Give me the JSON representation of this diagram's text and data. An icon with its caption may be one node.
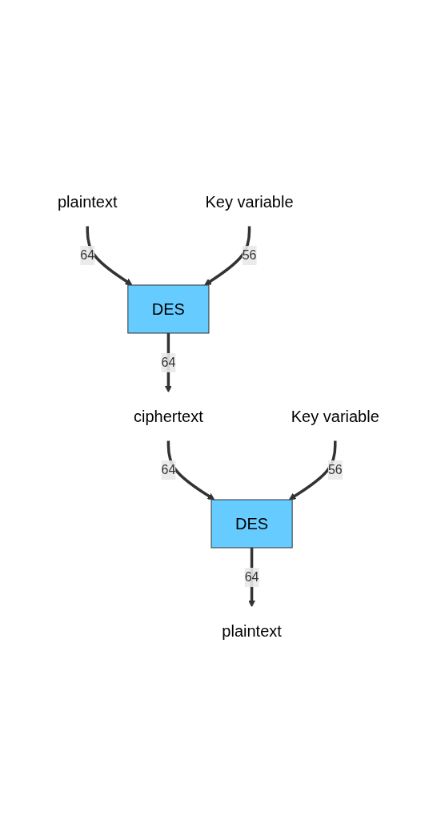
{
  "diagram": {
    "nodes": [
      {
        "text": [
          "plaintext"
        ]
      },
      {
        "text": [
          "Key variable"
        ]
      },
      {
        "text": [
          "DES"
        ]
      },
      {
        "text": [
          "ciphertext"
        ]
      },
      {
        "text": [
          "Key variable"
        ]
      },
      {
        "text": [
          "DES"
        ]
      },
      {
        "text": [
          "plaintext"
        ]
      }
    ],
    "edges": [
      {
        "from": 0,
        "to": 2,
        "arrow": "to",
        "label": "64"
      },
      {
        "from": 1,
        "to": 2,
        "arrow": "to",
        "label": "56"
      },
      {
        "from": 2,
        "to": 3,
        "arrow": "to",
        "label": "64"
      },
      {
        "from": 3,
        "to": 5,
        "arrow": "to",
        "label": "64"
      },
      {
        "from": 4,
        "to": 5,
        "arrow": "to",
        "label": "56"
      },
      {
        "from": 5,
        "to": 6,
        "arrow": "to",
        "label": "64"
      }
    ]
  }
}
